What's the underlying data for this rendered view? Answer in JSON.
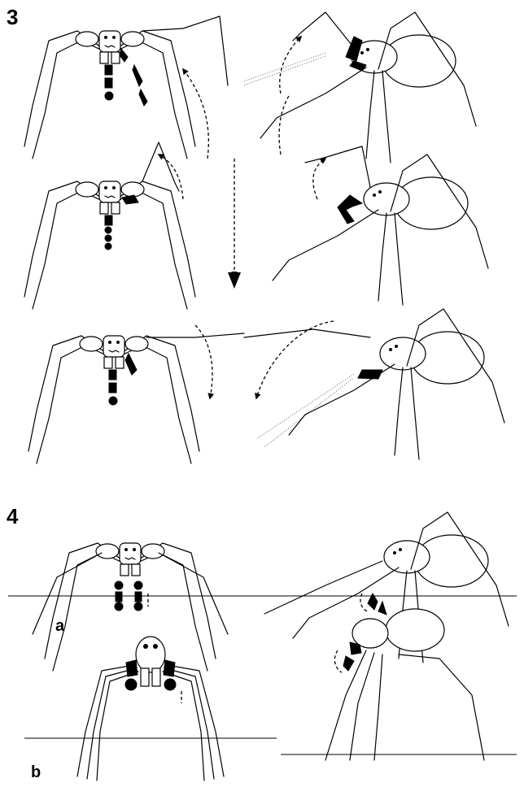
{
  "figure": {
    "panels": [
      {
        "id": "panel-3",
        "label": "3"
      },
      {
        "id": "panel-4",
        "label": "4"
      }
    ],
    "sublabels": [
      {
        "id": "sub-a",
        "label": "a"
      },
      {
        "id": "sub-b",
        "label": "b"
      }
    ],
    "colors": {
      "ink": "#000000",
      "paper": "#ffffff"
    }
  }
}
